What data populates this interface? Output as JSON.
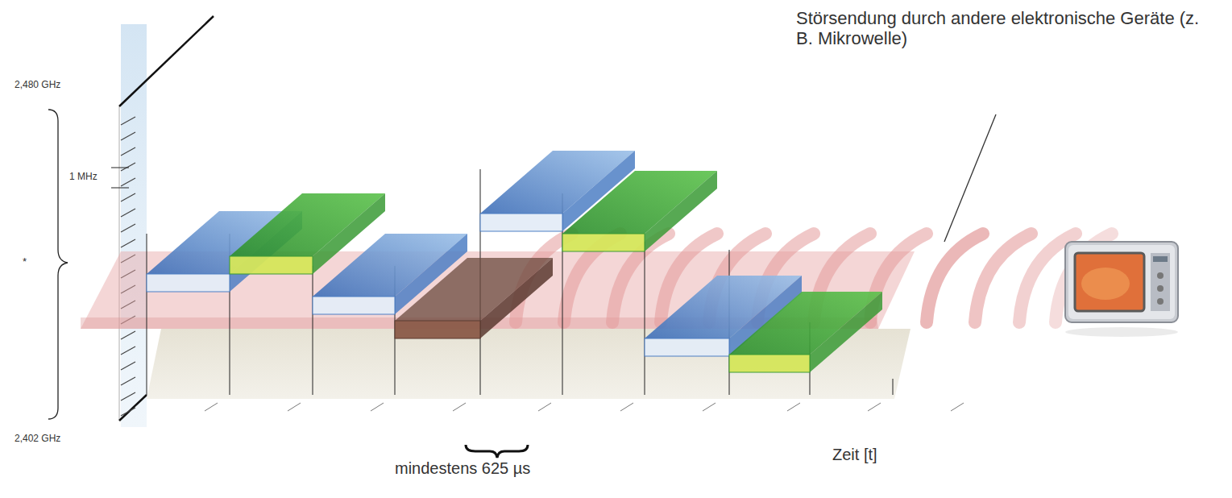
{
  "diagram": {
    "labels": [
      "2,480 GHz",
      "1 MHz",
      "*",
      "2,402 GHz",
      "mindestens 625 µs",
      "Zeit [t]",
      "Störsendung durch andere elektronische Geräte (z. B. Mikrowelle)"
    ]
  }
}
